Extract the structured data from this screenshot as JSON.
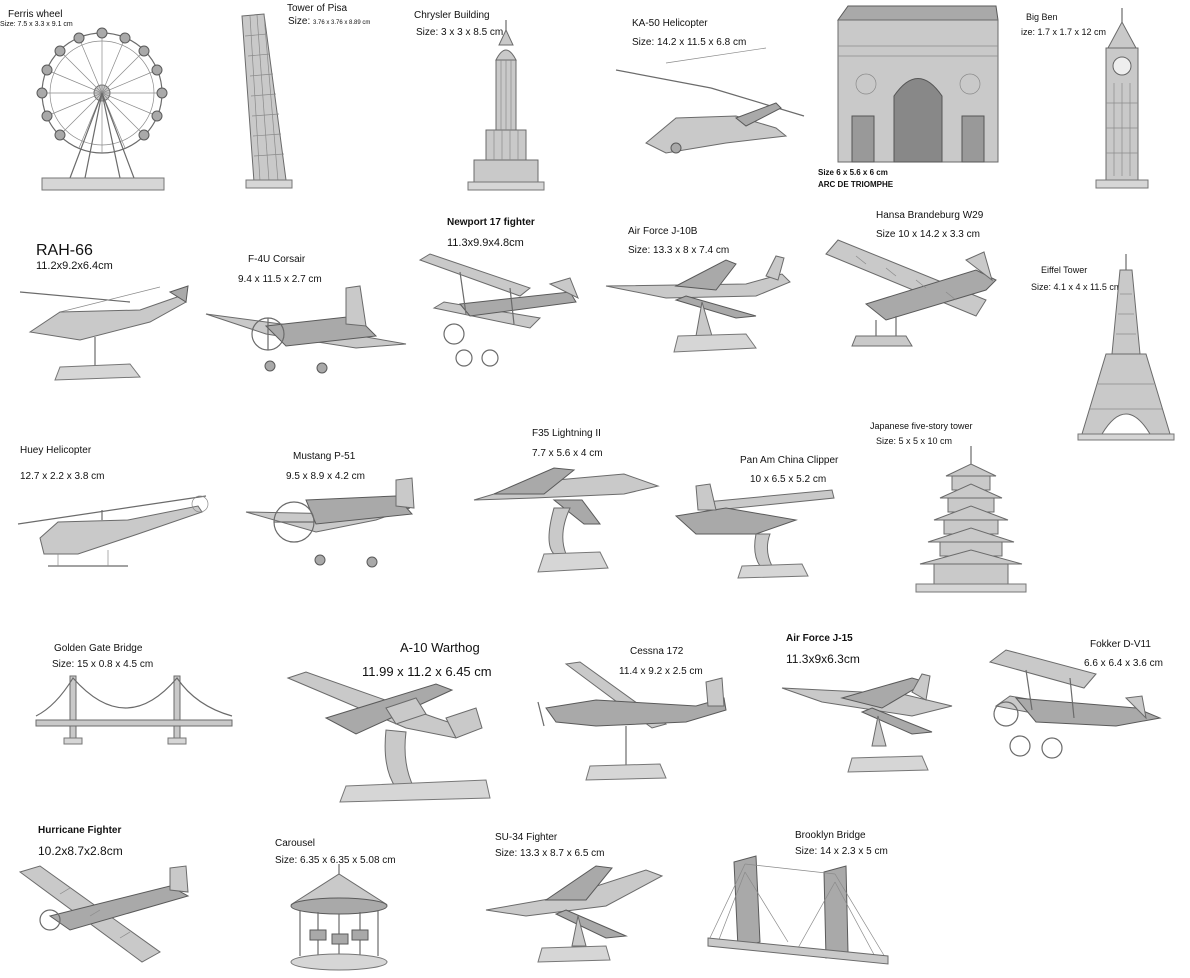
{
  "products": [
    {
      "id": "ferris",
      "name": "Ferris wheel",
      "size": "Size: 7.5 x 3.3 x 9.1 cm",
      "icon": "ferris-wheel-model-icon"
    },
    {
      "id": "pisa",
      "name": "Tower of Pisa",
      "size_prefix": "Size: ",
      "size": "3.76 x  3.76 x 8.89 cm",
      "icon": "tower-of-pisa-model-icon"
    },
    {
      "id": "chrysler",
      "name": "Chrysler Building",
      "size": "Size: 3 x 3 x 8.5 cm",
      "icon": "chrysler-building-model-icon"
    },
    {
      "id": "ka50",
      "name": "KA-50 Helicopter",
      "size": "Size: 14.2 x 11.5 x 6.8 cm",
      "icon": "ka50-helicopter-model-icon"
    },
    {
      "id": "arc",
      "name": "ARC DE TRIOMPHE",
      "size": "Size  6 x 5.6 x 6 cm",
      "icon": "arc-de-triomphe-model-icon"
    },
    {
      "id": "bigben",
      "name": "Big Ben",
      "size": "ize: 1.7 x 1.7 x 12 cm",
      "icon": "big-ben-model-icon"
    },
    {
      "id": "rah66",
      "name": "RAH-66",
      "size": "11.2x9.2x6.4cm",
      "icon": "rah66-helicopter-model-icon"
    },
    {
      "id": "f4u",
      "name": "F-4U Corsair",
      "size": "9.4 x 11.5 x 2.7 cm",
      "icon": "f4u-corsair-model-icon"
    },
    {
      "id": "newport",
      "name": "Newport 17 fighter",
      "size": "11.3x9.9x4.8cm",
      "icon": "newport-17-fighter-model-icon"
    },
    {
      "id": "j10b",
      "name": "Air Force J-10B",
      "size": "Size: 13.3 x 8 x 7.4 cm",
      "icon": "j10b-jet-model-icon"
    },
    {
      "id": "hansa",
      "name": "Hansa Brandeburg W29",
      "size": "Size   10 x 14.2 x 3.3 cm",
      "icon": "hansa-brandenburg-model-icon"
    },
    {
      "id": "eiffel",
      "name": "Eiffel Tower",
      "size": "Size: 4.1 x 4 x 11.5 cm",
      "icon": "eiffel-tower-model-icon"
    },
    {
      "id": "huey",
      "name": "Huey Helicopter",
      "size": "12.7 x 2.2 x 3.8 cm",
      "icon": "huey-helicopter-model-icon"
    },
    {
      "id": "p51",
      "name": "Mustang P-51",
      "size": "9.5 x 8.9 x 4.2 cm",
      "icon": "mustang-p51-model-icon"
    },
    {
      "id": "f35",
      "name": "F35 Lightning II",
      "size": "7.7 x 5.6 x 4 cm",
      "icon": "f35-lightning-model-icon"
    },
    {
      "id": "panam",
      "name": "Pan Am China Clipper",
      "size": "10 x 6.5 x 5.2 cm",
      "icon": "pan-am-clipper-model-icon"
    },
    {
      "id": "pagoda",
      "name": "Japanese five-story tower",
      "size": "Size: 5 x 5 x 10 cm",
      "icon": "five-story-pagoda-model-icon"
    },
    {
      "id": "goldengate",
      "name": "Golden Gate Bridge",
      "size": "Size: 15 x 0.8 x 4.5 cm",
      "icon": "golden-gate-bridge-model-icon"
    },
    {
      "id": "a10",
      "name": "A-10 Warthog",
      "size": "11.99 x 11.2 x 6.45 cm",
      "icon": "a10-warthog-model-icon"
    },
    {
      "id": "cessna",
      "name": "Cessna 172",
      "size": "11.4 x 9.2 x 2.5 cm",
      "icon": "cessna-172-model-icon"
    },
    {
      "id": "j15",
      "name": "Air Force J-15",
      "size": "11.3x9x6.3cm",
      "icon": "j15-jet-model-icon"
    },
    {
      "id": "fokker",
      "name": "Fokker D-V11",
      "size": "6.6 x 6.4 x 3.6 cm",
      "icon": "fokker-biplane-model-icon"
    },
    {
      "id": "hurricane",
      "name": "Hurricane Fighter",
      "size": "10.2x8.7x2.8cm",
      "icon": "hurricane-fighter-model-icon"
    },
    {
      "id": "carousel",
      "name": "Carousel",
      "size": "Size: 6.35 x 6.35 x 5.08 cm",
      "icon": "carousel-model-icon"
    },
    {
      "id": "su34",
      "name": "SU-34 Fighter",
      "size": "Size: 13.3 x 8.7 x 6.5 cm",
      "icon": "su34-fighter-model-icon"
    },
    {
      "id": "brooklyn",
      "name": "Brooklyn Bridge",
      "size": "Size: 14 x 2.3 x 5 cm",
      "icon": "brooklyn-bridge-model-icon"
    }
  ]
}
